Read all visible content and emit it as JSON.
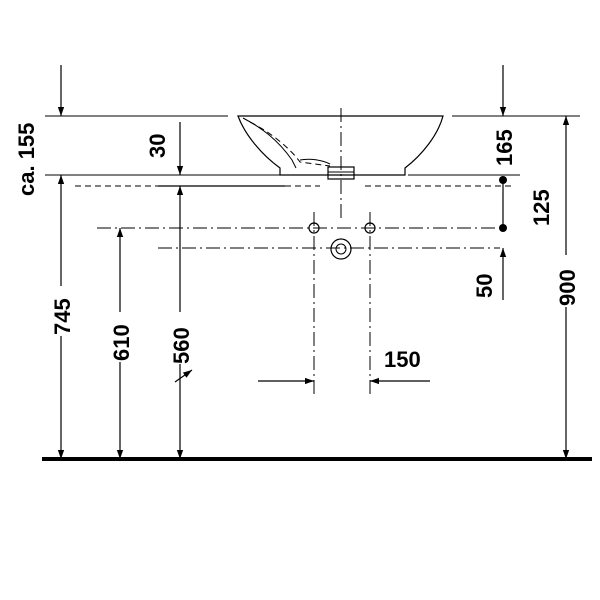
{
  "dimensions": {
    "ca155": "ca. 155",
    "d30": "30",
    "d165": "165",
    "d125": "125",
    "d50": "50",
    "d900": "900",
    "d745": "745",
    "d610": "610",
    "d560": "560",
    "d150": "150"
  }
}
